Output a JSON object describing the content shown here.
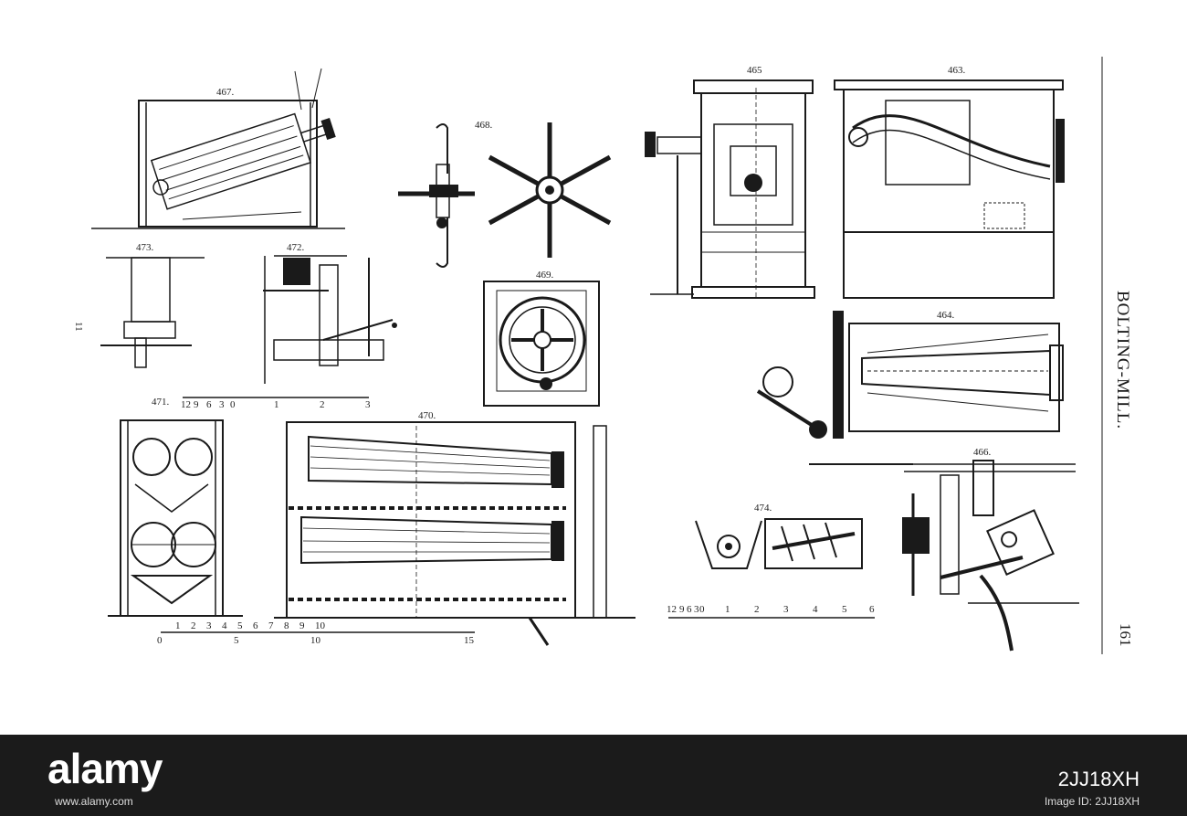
{
  "page": {
    "running_title": "BOLTING-MILL.",
    "page_number": "161",
    "left_margin_number": "11"
  },
  "figures": {
    "f467": "467.",
    "f468": "468.",
    "f465": "465",
    "f463": "463.",
    "f473": "473.",
    "f472": "472.",
    "f469": "469.",
    "f464": "464.",
    "f471": "471.",
    "f470": "470.",
    "f466": "466.",
    "f474": "474."
  },
  "scales": {
    "scale_a": [
      "12",
      "9",
      "6",
      "3",
      "0",
      "1",
      "2",
      "3"
    ],
    "scale_b": [
      "1",
      "2",
      "3",
      "4",
      "5",
      "6",
      "7",
      "8",
      "9",
      "10"
    ],
    "scale_b_sub": [
      "0",
      "5",
      "10",
      "15"
    ],
    "scale_c": [
      "12",
      "9",
      "6",
      "3",
      "0",
      "1",
      "2",
      "3",
      "4",
      "5",
      "6"
    ]
  },
  "footer": {
    "logo": "alamy",
    "site": "www.alamy.com",
    "image_code": "2JJ18XH",
    "image_id_label": "Image ID: 2JJ18XH"
  },
  "colors": {
    "ink": "#1a1a1a",
    "paper": "#ffffff",
    "footer_bg": "#1b1b1b"
  }
}
